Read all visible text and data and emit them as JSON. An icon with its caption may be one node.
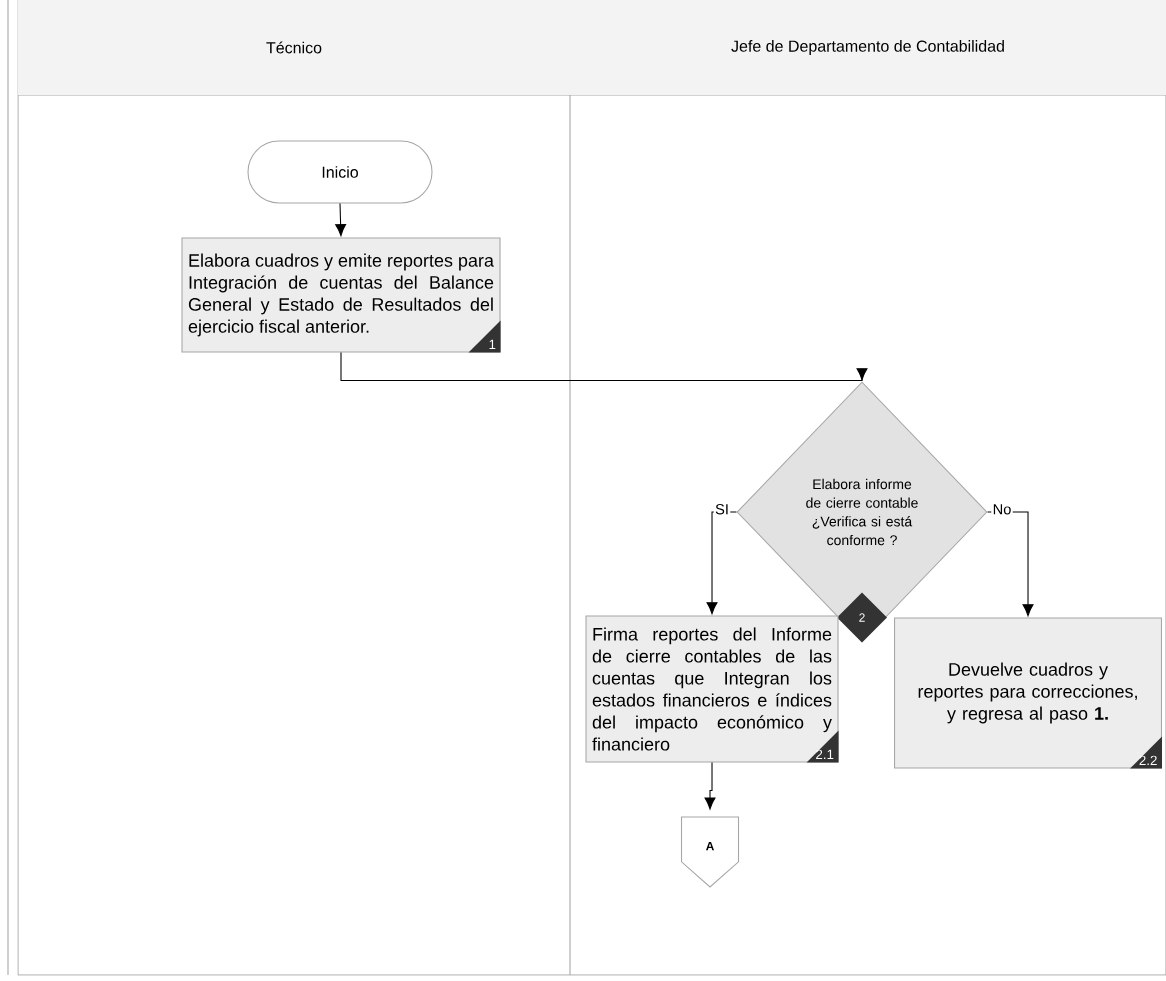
{
  "diagram": {
    "nodes": [
      {
        "text": [
          "Técnico"
        ]
      },
      {
        "text": [
          "Jefe de Departamento de Contabilidad"
        ]
      },
      {
        "text": [
          "Inicio"
        ]
      },
      {
        "text": [
          "Elabora cuadros y emite reportes para Integración de cuentas del Balance General y Estado de Resultados del ejercicio fiscal anterior.",
          "1"
        ]
      },
      {
        "text": [
          "Elabora informe de cierre contable ¿Verifica si está conforme ?",
          "2"
        ]
      },
      {
        "text": [
          "Firma reportes del Informe de cierre contables de las cuentas que Integran los estados financieros e índices del impacto económico y financiero",
          "2.1"
        ]
      },
      {
        "text": [
          "Devuelve cuadros y reportes para correcciones, y regresa al paso **1.**",
          "2.2"
        ]
      },
      {
        "text": [
          "A"
        ]
      }
    ],
    "edges": [
      {
        "from": 2,
        "to": 3,
        "arrow": "to"
      },
      {
        "from": 3,
        "to": 4,
        "arrow": "to"
      },
      {
        "from": 4,
        "to": 5,
        "arrow": "to",
        "label": "SI"
      },
      {
        "from": 4,
        "to": 6,
        "arrow": "to",
        "label": "No"
      },
      {
        "from": 5,
        "to": 7,
        "arrow": "to"
      }
    ]
  }
}
